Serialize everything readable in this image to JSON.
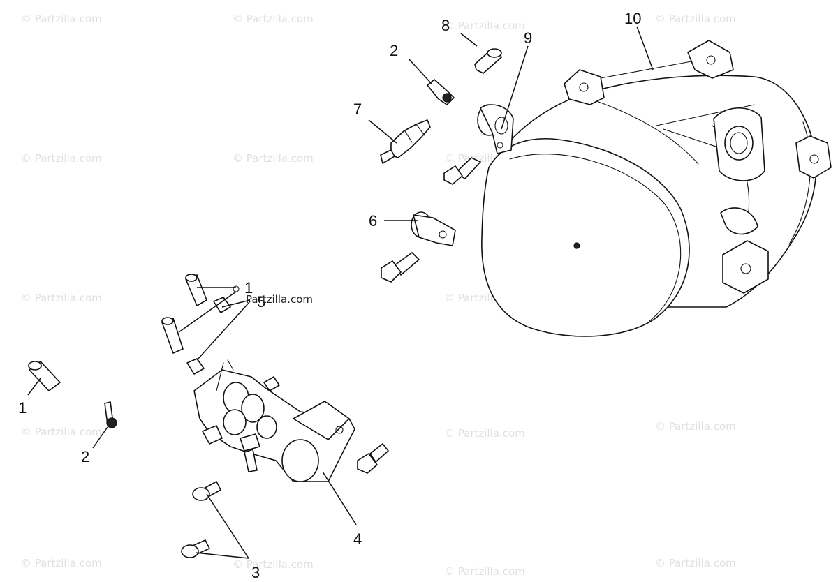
{
  "watermark": "© Partzilla.com",
  "inline_watermark": "Partzilla.com",
  "callouts": {
    "c1a": "1",
    "c1b": "1",
    "c2a": "2",
    "c2b": "2",
    "c3": "3",
    "c4": "4",
    "c5": "5",
    "c6": "6",
    "c7": "7",
    "c8": "8",
    "c9": "9",
    "c10": "10"
  },
  "colors": {
    "line": "#111111",
    "watermark": "#e0e0e0",
    "background": "#ffffff"
  }
}
